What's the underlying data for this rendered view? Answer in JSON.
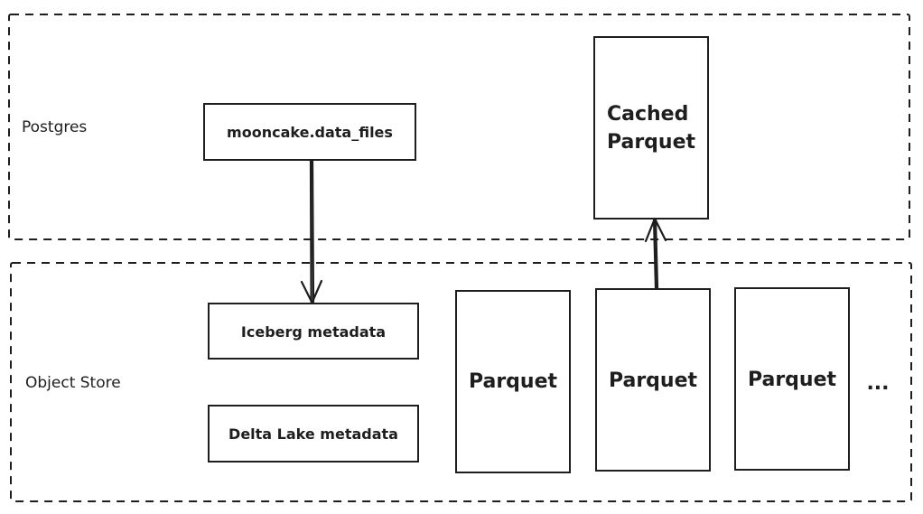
{
  "regions": {
    "postgres": {
      "label": "Postgres"
    },
    "object_store": {
      "label": "Object Store"
    }
  },
  "nodes": {
    "data_files": {
      "label": "mooncake.data_files"
    },
    "cached_parquet": {
      "lines": [
        "Cached",
        "Parquet"
      ]
    },
    "iceberg_metadata": {
      "label": "Iceberg metadata"
    },
    "delta_lake_metadata": {
      "label": "Delta Lake metadata"
    },
    "parquet_files": [
      {
        "label": "Parquet"
      },
      {
        "label": "Parquet"
      },
      {
        "label": "Parquet"
      }
    ],
    "more_indicator": {
      "label": "..."
    }
  },
  "edges": [
    {
      "from": "data_files",
      "to": "iceberg_metadata"
    },
    {
      "from": "parquet_files.1",
      "to": "cached_parquet"
    }
  ]
}
